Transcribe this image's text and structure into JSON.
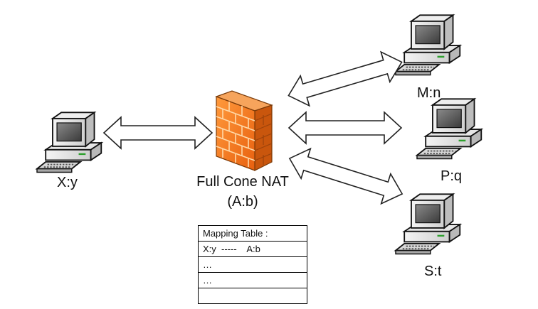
{
  "nodes": {
    "client": {
      "label": "X:y"
    },
    "nat": {
      "name": "Full Cone NAT",
      "address": "(A:b)"
    },
    "hosts": [
      {
        "label": "M:n"
      },
      {
        "label": "P:q"
      },
      {
        "label": "S:t"
      }
    ]
  },
  "mapping_table": {
    "rows": [
      "Mapping Table :",
      "X:y  -----    A:b",
      "…",
      "…",
      ""
    ]
  },
  "colors": {
    "firewall_brick": "#f07a1e",
    "firewall_dark": "#b84d08",
    "mortar": "#ffd9a8",
    "arrow_fill": "#ffffff",
    "arrow_stroke": "#222222"
  }
}
